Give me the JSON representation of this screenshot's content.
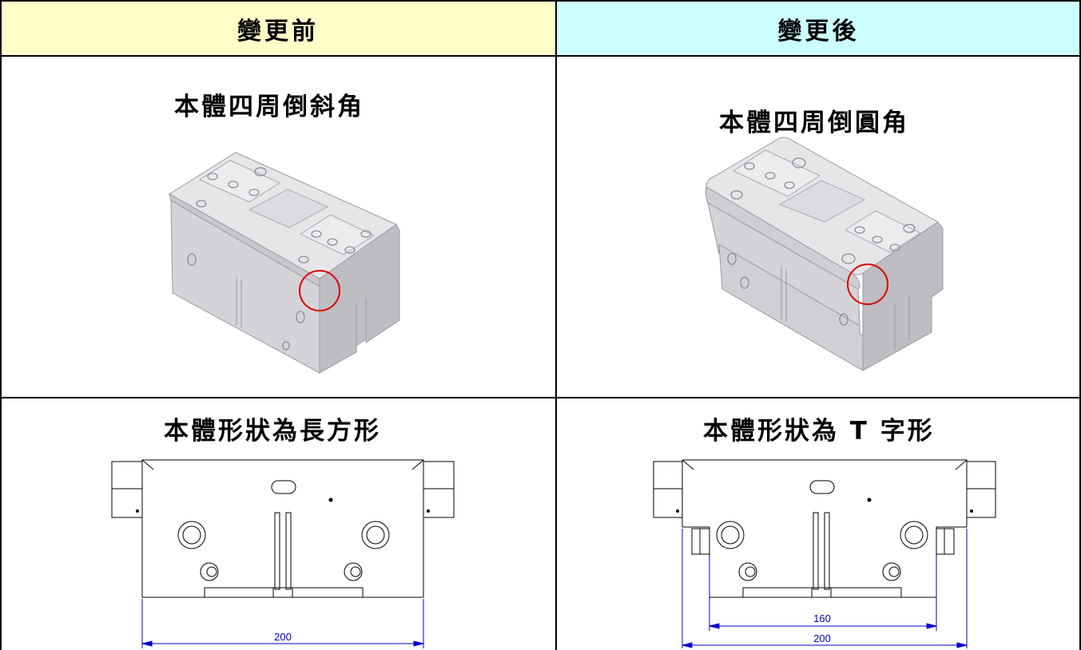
{
  "table": {
    "header_before": "變更前",
    "header_after": "變更後",
    "row1": {
      "before_caption": "本體四周倒斜角",
      "after_caption": "本體四周倒圓角"
    },
    "row2": {
      "before_caption": "本體形狀為長方形",
      "after_caption": "本體形狀為 T 字形",
      "before_dimension": "200",
      "after_dimension_inner": "160",
      "after_dimension_outer": "200"
    }
  },
  "colors": {
    "header_before_bg": "#ffffc8",
    "header_after_bg": "#ccffff",
    "highlight_circle": "#dd0000",
    "dimension": "#0000cc"
  }
}
